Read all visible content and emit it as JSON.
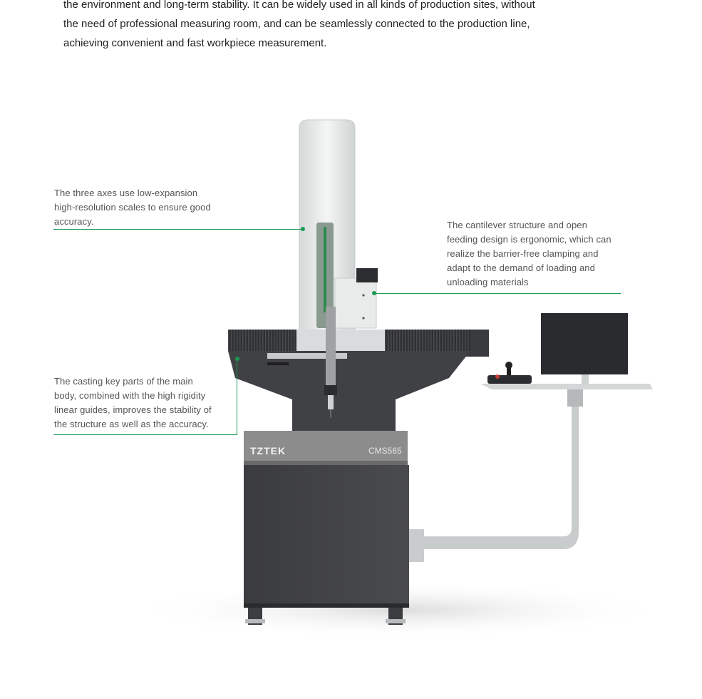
{
  "intro": {
    "lines": [
      "the environment and long-term stability. It can be widely used in all kinds of production sites, without",
      "the need of professional measuring room, and can be seamlessly connected to the production line,",
      "achieving convenient and fast workpiece measurement."
    ]
  },
  "callouts": [
    {
      "lines": [
        "The three axes use low-expansion",
        "high-resolution scales to ensure good",
        "accuracy."
      ]
    },
    {
      "lines": [
        "The cantilever structure and open",
        "feeding design is ergonomic, which can",
        "realize the barrier-free clamping and",
        "adapt to the demand of loading and",
        "unloading materials"
      ]
    },
    {
      "lines": [
        "The casting key parts of the main",
        "body, combined with the high rigidity",
        "linear guides, improves the stability of",
        "the structure as well as the accuracy."
      ]
    }
  ],
  "product": {
    "brand": "TZTEK",
    "model": "CMS565"
  },
  "colors": {
    "accent": "#1a9a52",
    "body": "#3b3c3f",
    "granite": "#8e8e8e",
    "column": "#e8eaea"
  }
}
